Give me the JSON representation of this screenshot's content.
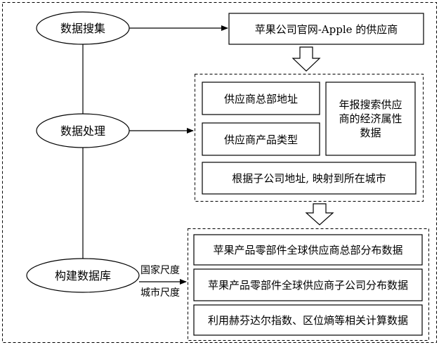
{
  "stages": {
    "collect": "数据搜集",
    "process": "数据处理",
    "build": "构建数据库"
  },
  "source_box": "苹果公司官网-Apple 的供应商",
  "process_boxes": {
    "hq_address": "供应商总部地址",
    "product_type": "供应商产品类型",
    "annual_report": [
      "年报搜索供应",
      "商的经济属性",
      "数据"
    ],
    "city_mapping": "根据子公司地址, 映射到所在城市"
  },
  "scale_labels": {
    "country": "国家尺度",
    "city": "城市尺度"
  },
  "database_boxes": [
    "苹果产品零部件全球供应商总部分布数据",
    "苹果产品零部件全球供应商子公司分布数据",
    "利用赫芬达尔指数、区位熵等相关计算数据"
  ]
}
